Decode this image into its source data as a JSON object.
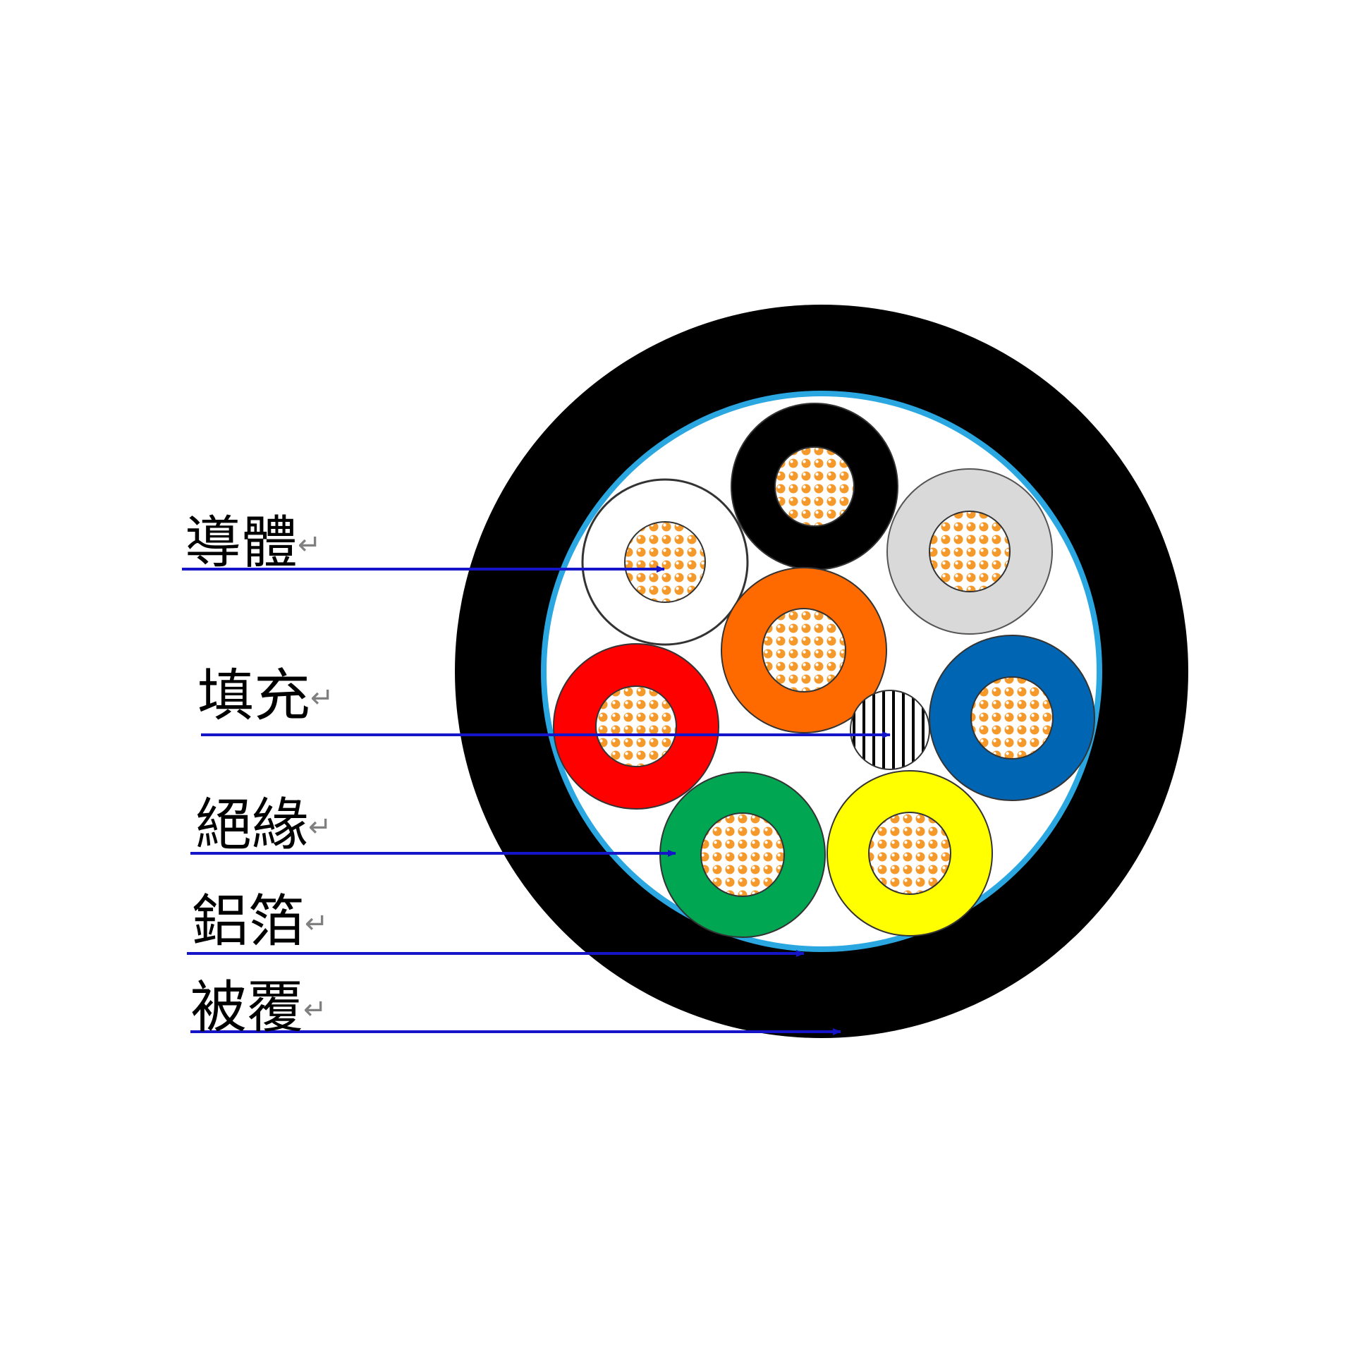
{
  "labels": {
    "conductor": "導體",
    "filler": "填充",
    "insulation": "絕緣",
    "foil": "鋁箔",
    "jacket": "被覆"
  },
  "return_marks": {
    "conductor": "↵",
    "filler": "↵",
    "insulation": "↵",
    "foil": "↵",
    "jacket": "↵"
  },
  "colors": {
    "jacket": "#000000",
    "foil": "#2aa7e0",
    "interior": "#ffffff",
    "arrow": "#1414c8",
    "conductor_base": "#ffffff",
    "conductor_pattern": "#f59a2a",
    "filler_hatch": "#000000"
  },
  "cores": [
    {
      "name": "black",
      "insulation_color": "#000000"
    },
    {
      "name": "white",
      "insulation_color": "#ffffff"
    },
    {
      "name": "grey",
      "insulation_color": "#d9d9d9"
    },
    {
      "name": "orange",
      "insulation_color": "#ff6a00"
    },
    {
      "name": "red",
      "insulation_color": "#ff0000"
    },
    {
      "name": "blue",
      "insulation_color": "#0066b3"
    },
    {
      "name": "green",
      "insulation_color": "#00a651"
    },
    {
      "name": "yellow",
      "insulation_color": "#ffff00"
    }
  ]
}
